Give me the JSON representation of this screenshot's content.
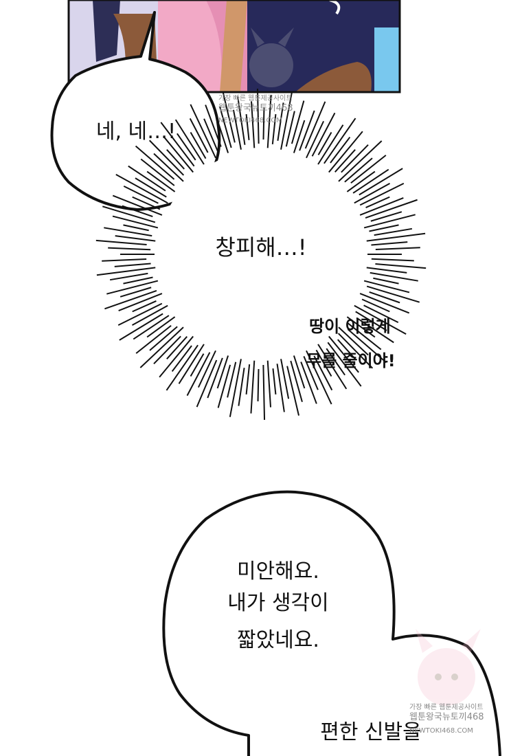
{
  "bubbles": {
    "top_left": "네, 네…!",
    "burst": "창피해…!",
    "bottom": [
      "미안해요.",
      "내가 생각이",
      "짧았네요."
    ],
    "bottom_right": [
      "편한 신발을"
    ]
  },
  "sfx": [
    "땅이 이렇게",
    "무를 줄이야!"
  ],
  "watermarks": {
    "top": [
      "가장 빠른 웹툰제공사이트",
      "웹툰왕국뉴토끼468",
      "NEWTOKI468.COM"
    ],
    "bottom": [
      "가장 빠른 웹툰제공사이트",
      "웹툰왕국뉴토끼468",
      "NEWTOKI468.COM"
    ]
  },
  "colors": {
    "panel_bg": "#2a2f5e",
    "panel_pink": "#f2a9c6",
    "panel_sky": "#79c8ee",
    "ink": "#111111"
  }
}
